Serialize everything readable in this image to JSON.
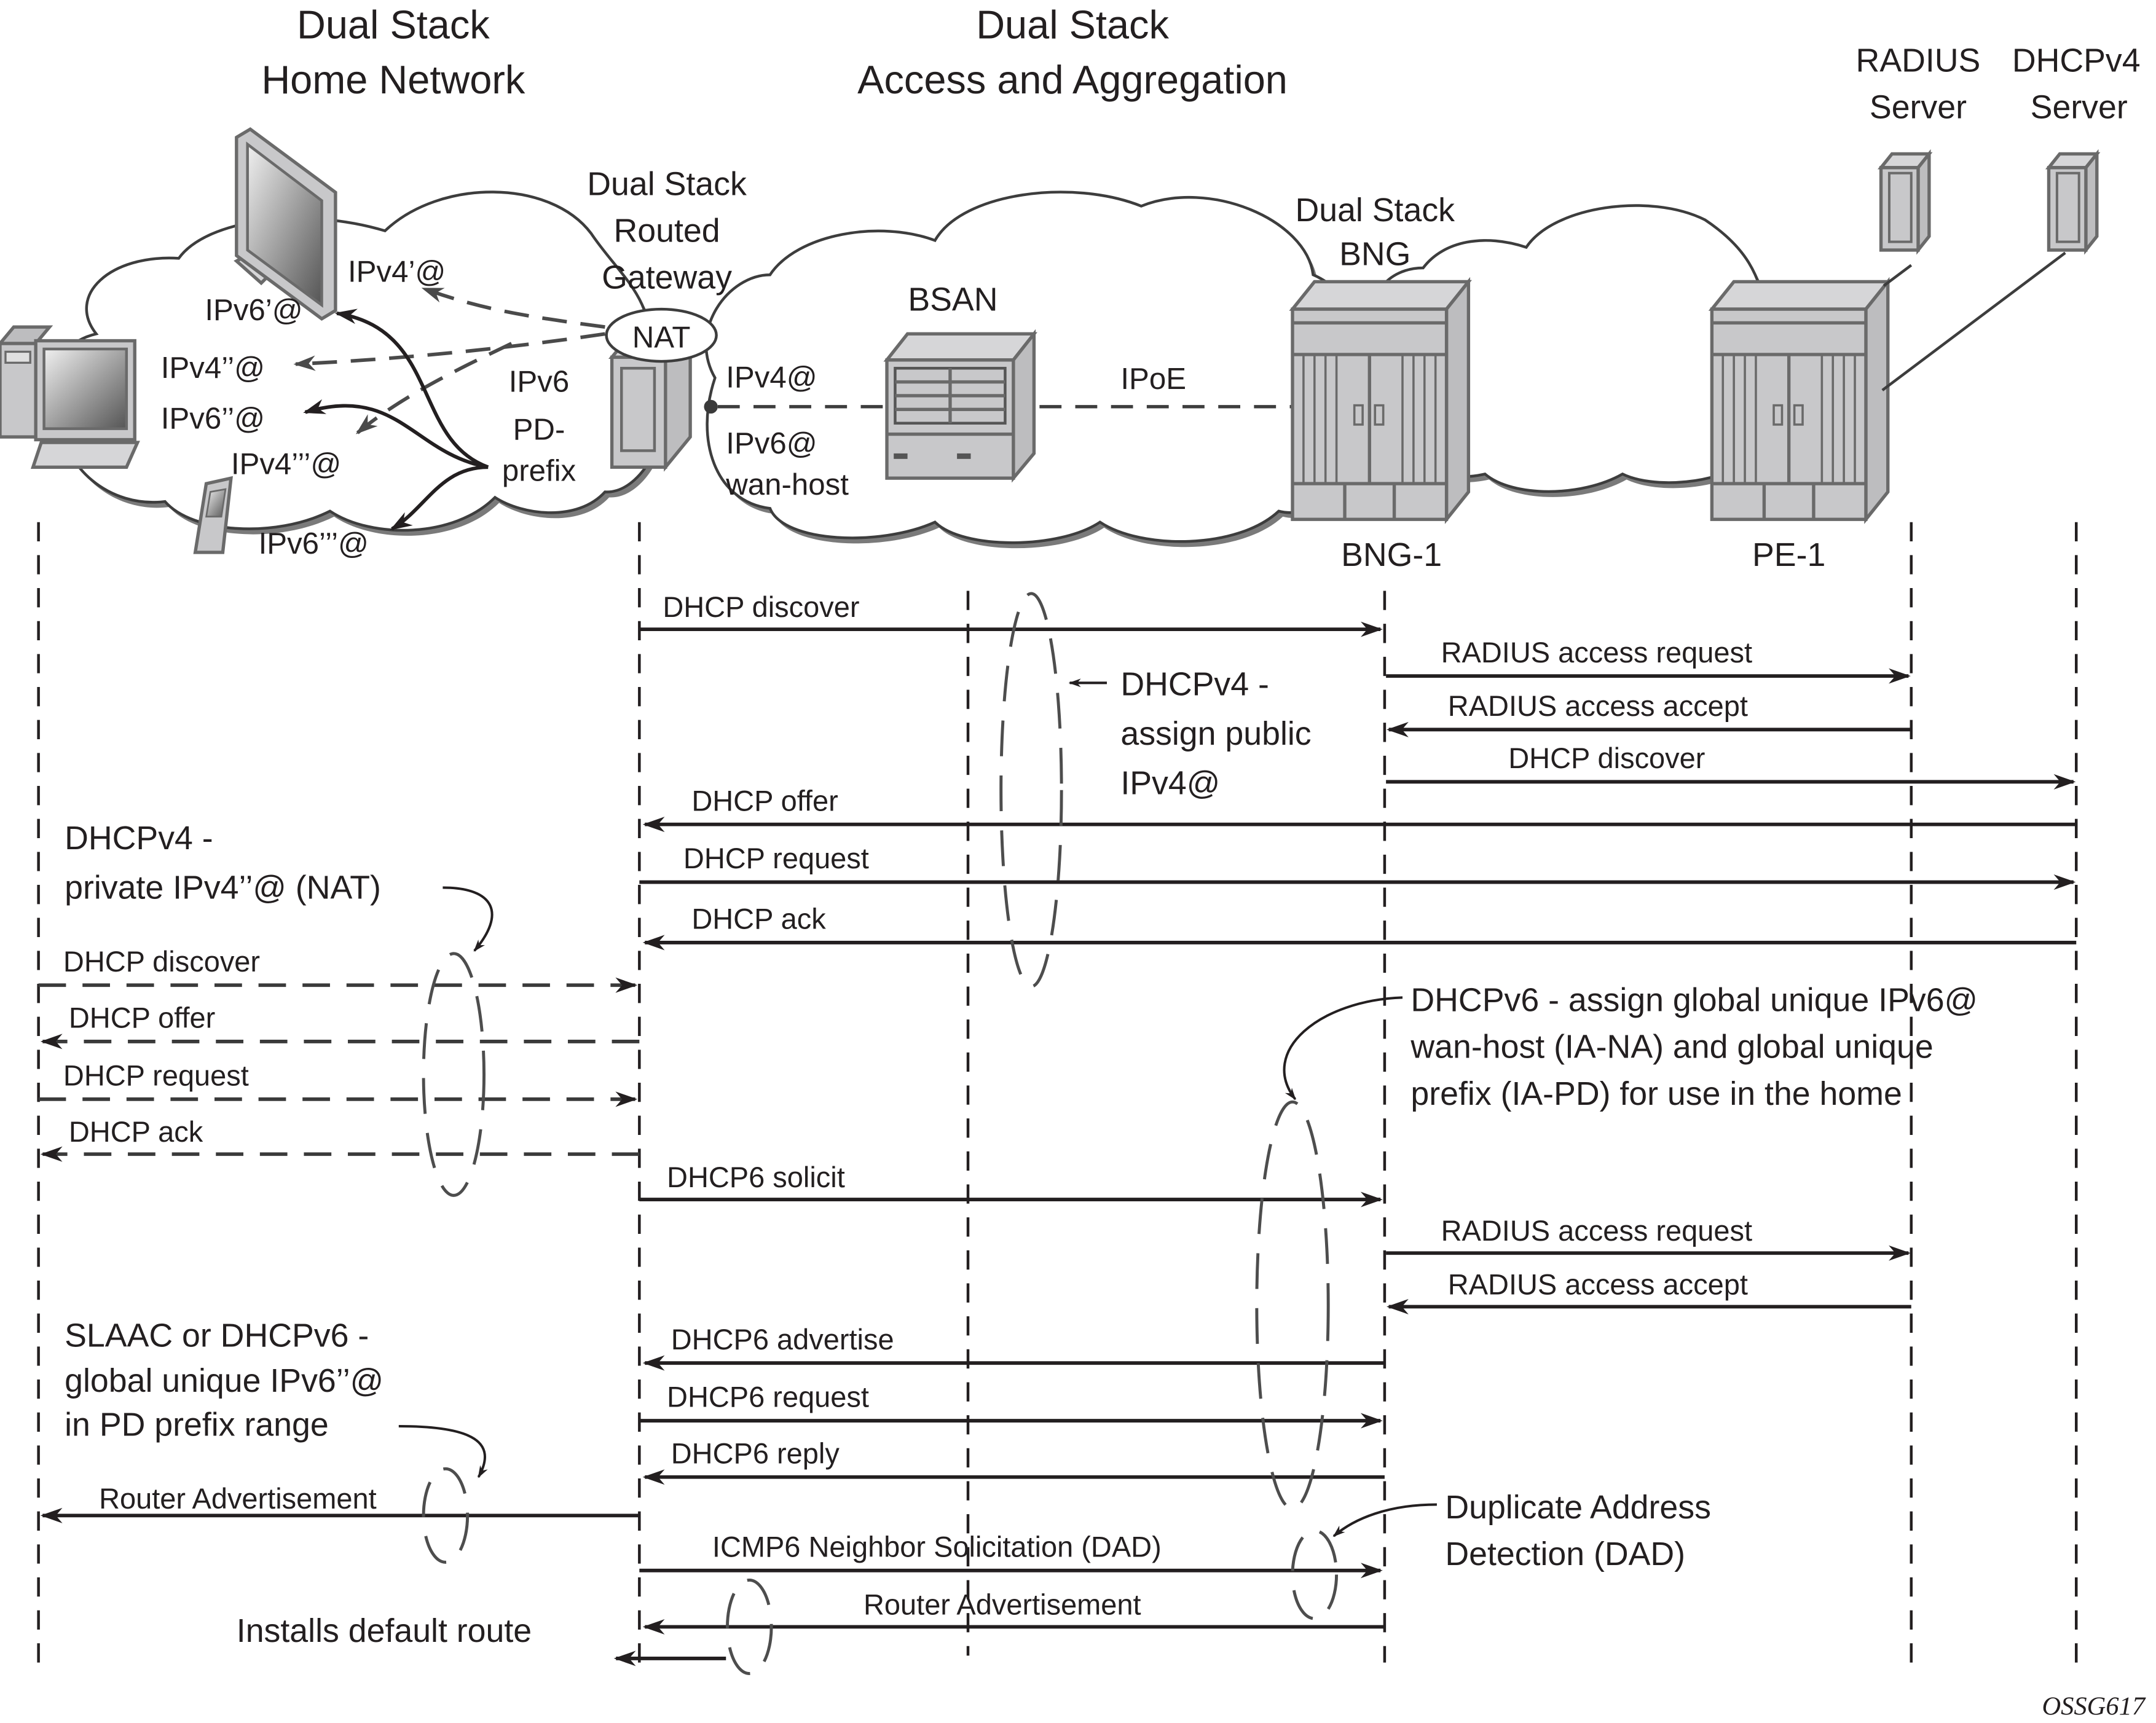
{
  "titles": {
    "home_network": [
      "Dual Stack",
      "Home Network"
    ],
    "access_aggregation": [
      "Dual Stack",
      "Access and Aggregation"
    ]
  },
  "devices": {
    "gateway": {
      "label": [
        "Dual Stack",
        "Routed",
        "Gateway"
      ],
      "nat": "NAT"
    },
    "bsan": {
      "label": "BSAN"
    },
    "bng": {
      "label": [
        "Dual Stack",
        "BNG"
      ],
      "name": "BNG-1"
    },
    "pe": {
      "name": "PE-1"
    },
    "radius": {
      "label": [
        "RADIUS",
        "Server"
      ]
    },
    "dhcpv4": {
      "label": [
        "DHCPv4",
        "Server"
      ]
    }
  },
  "home_addresses": {
    "ipv4_prime": "IPv4’@",
    "ipv6_prime": "IPv6’@",
    "ipv4_dprime": "IPv4’’@",
    "ipv6_dprime": "IPv6’’@",
    "ipv4_tprime": "IPv4’’’@",
    "ipv6_tprime": "IPv6’’’@",
    "pd_prefix": [
      "IPv6",
      "PD-",
      "prefix"
    ]
  },
  "wan_labels": {
    "ipv4": "IPv4@",
    "ipv6": [
      "IPv6@",
      "wan-host"
    ],
    "ipoe": "IPoE"
  },
  "messages": [
    {
      "id": "m1",
      "label": "DHCP discover",
      "from": "gateway",
      "to": "bng",
      "style": "solid"
    },
    {
      "id": "m2",
      "label": "RADIUS access request",
      "from": "bng",
      "to": "radius",
      "style": "solid"
    },
    {
      "id": "m3",
      "label": "RADIUS access accept",
      "from": "radius",
      "to": "bng",
      "style": "solid"
    },
    {
      "id": "m4",
      "label": "DHCP discover",
      "from": "bng",
      "to": "dhcpv4",
      "style": "solid"
    },
    {
      "id": "m5",
      "label": "DHCP offer",
      "from": "dhcpv4",
      "to": "gateway",
      "style": "solid"
    },
    {
      "id": "m6",
      "label": "DHCP request",
      "from": "gateway",
      "to": "dhcpv4",
      "style": "solid"
    },
    {
      "id": "m7",
      "label": "DHCP ack",
      "from": "dhcpv4",
      "to": "gateway",
      "style": "solid"
    },
    {
      "id": "m8",
      "label": "DHCP discover",
      "from": "home",
      "to": "gateway",
      "style": "dashed"
    },
    {
      "id": "m9",
      "label": "DHCP offer",
      "from": "gateway",
      "to": "home",
      "style": "dashed"
    },
    {
      "id": "m10",
      "label": "DHCP request",
      "from": "home",
      "to": "gateway",
      "style": "dashed"
    },
    {
      "id": "m11",
      "label": "DHCP ack",
      "from": "gateway",
      "to": "home",
      "style": "dashed"
    },
    {
      "id": "m12",
      "label": "DHCP6 solicit",
      "from": "gateway",
      "to": "bng",
      "style": "solid"
    },
    {
      "id": "m13",
      "label": "RADIUS access request",
      "from": "bng",
      "to": "radius",
      "style": "solid"
    },
    {
      "id": "m14",
      "label": "RADIUS access accept",
      "from": "radius",
      "to": "bng",
      "style": "solid"
    },
    {
      "id": "m15",
      "label": "DHCP6 advertise",
      "from": "bng",
      "to": "gateway",
      "style": "solid"
    },
    {
      "id": "m16",
      "label": "DHCP6 request",
      "from": "gateway",
      "to": "bng",
      "style": "solid"
    },
    {
      "id": "m17",
      "label": "DHCP6 reply",
      "from": "bng",
      "to": "gateway",
      "style": "solid"
    },
    {
      "id": "m18",
      "label": "Router Advertisement",
      "from": "gateway",
      "to": "home",
      "style": "solid"
    },
    {
      "id": "m19",
      "label": "ICMP6 Neighbor Solicitation (DAD)",
      "from": "gateway",
      "to": "bng",
      "style": "solid"
    },
    {
      "id": "m20",
      "label": "Router Advertisement",
      "from": "bng",
      "to": "gateway",
      "style": "solid"
    }
  ],
  "annotations": {
    "dhcpv4_public": [
      "DHCPv4 -",
      "assign public",
      "IPv4@"
    ],
    "dhcpv4_private": [
      "DHCPv4 -",
      "private IPv4’’@ (NAT)"
    ],
    "dhcpv6_assign": [
      "DHCPv6 - assign global unique IPv6@",
      "wan-host (IA-NA) and global unique",
      "prefix (IA-PD) for use in the home"
    ],
    "slaac": [
      "SLAAC or DHCPv6 -",
      "global unique IPv6’’@",
      "in PD prefix range"
    ],
    "dad": [
      "Duplicate Address",
      "Detection (DAD)"
    ],
    "default_route": "Installs default route"
  },
  "footer": {
    "figure_id": "OSSG617"
  }
}
